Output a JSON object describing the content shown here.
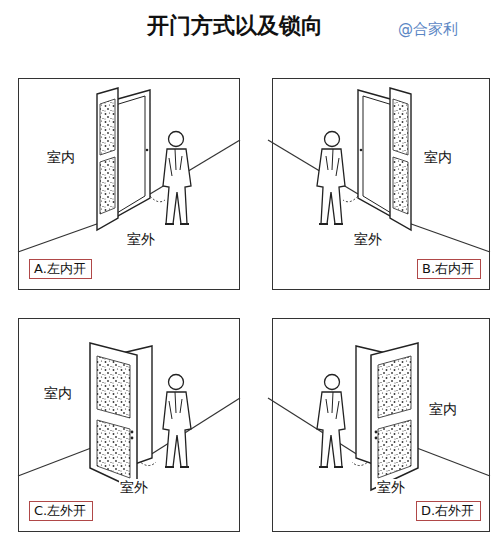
{
  "diagram": {
    "title": "开门方式以及锁向",
    "nodes": [
      {
        "text": [
          "室内",
          "室外"
        ]
      },
      {
        "text": [
          "A.左内开"
        ],
        "in": 0
      },
      {
        "text": [
          "室内",
          "室外"
        ]
      },
      {
        "text": [
          "B.右内开"
        ],
        "in": 2
      },
      {
        "text": [
          "室内",
          "室外"
        ]
      },
      {
        "text": [
          "C.左外开"
        ],
        "in": 4
      },
      {
        "text": [
          "室内",
          "室外"
        ]
      },
      {
        "text": [
          "D.右外开"
        ],
        "in": 6
      }
    ],
    "labels": [
      "@合家利"
    ]
  }
}
